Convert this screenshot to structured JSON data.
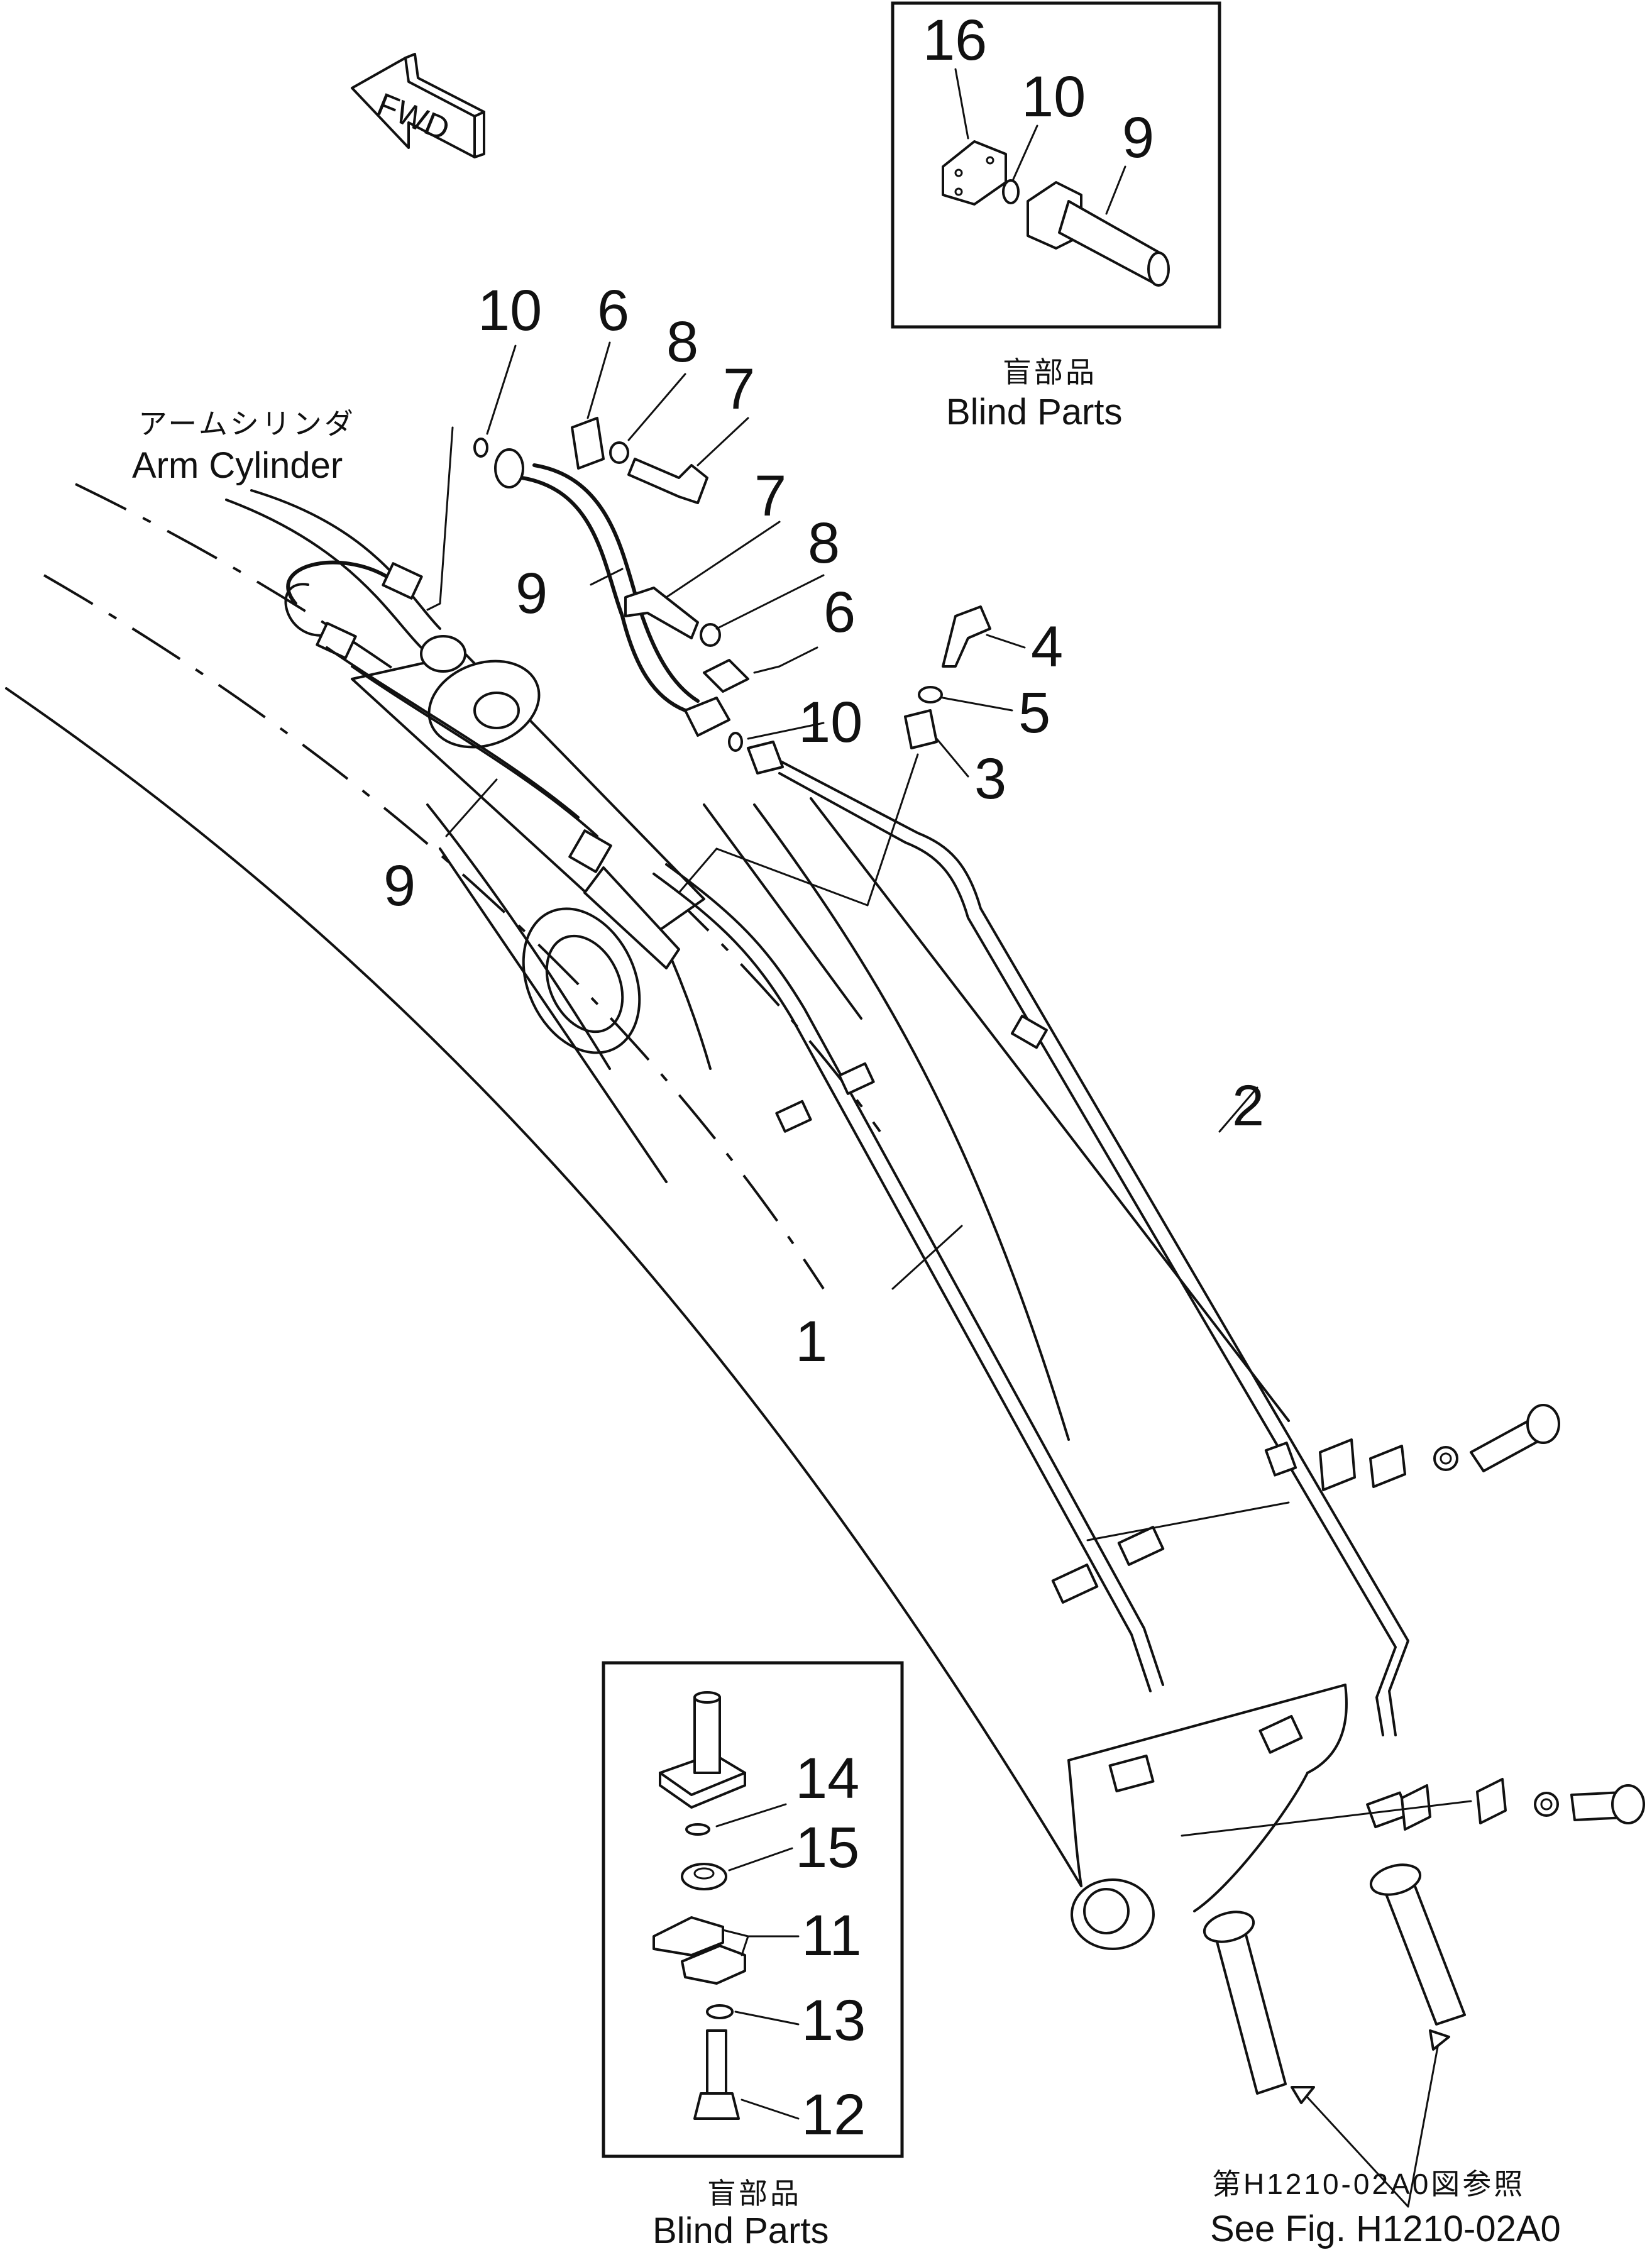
{
  "fwd_label": "FWD",
  "arm_cylinder": {
    "jp": "アームシリンダ",
    "en": "Arm Cylinder"
  },
  "blind_top": {
    "jp": "盲部品",
    "en": "Blind Parts"
  },
  "blind_bottom": {
    "jp": "盲部品",
    "en": "Blind Parts"
  },
  "see_fig": {
    "jp": "第H1210-02A0図参照",
    "en": "See Fig. H1210-02A0"
  },
  "callouts": {
    "c1": "1",
    "c2": "2",
    "c3": "3",
    "c4": "4",
    "c5": "5",
    "c6a": "6",
    "c6b": "6",
    "c7a": "7",
    "c7b": "7",
    "c8a": "8",
    "c8b": "8",
    "c9a": "9",
    "c9b": "9",
    "c9c": "9",
    "c10a": "10",
    "c10b": "10",
    "c10c": "10",
    "c11": "11",
    "c12": "12",
    "c13": "13",
    "c14": "14",
    "c15": "15",
    "c16": "16"
  }
}
